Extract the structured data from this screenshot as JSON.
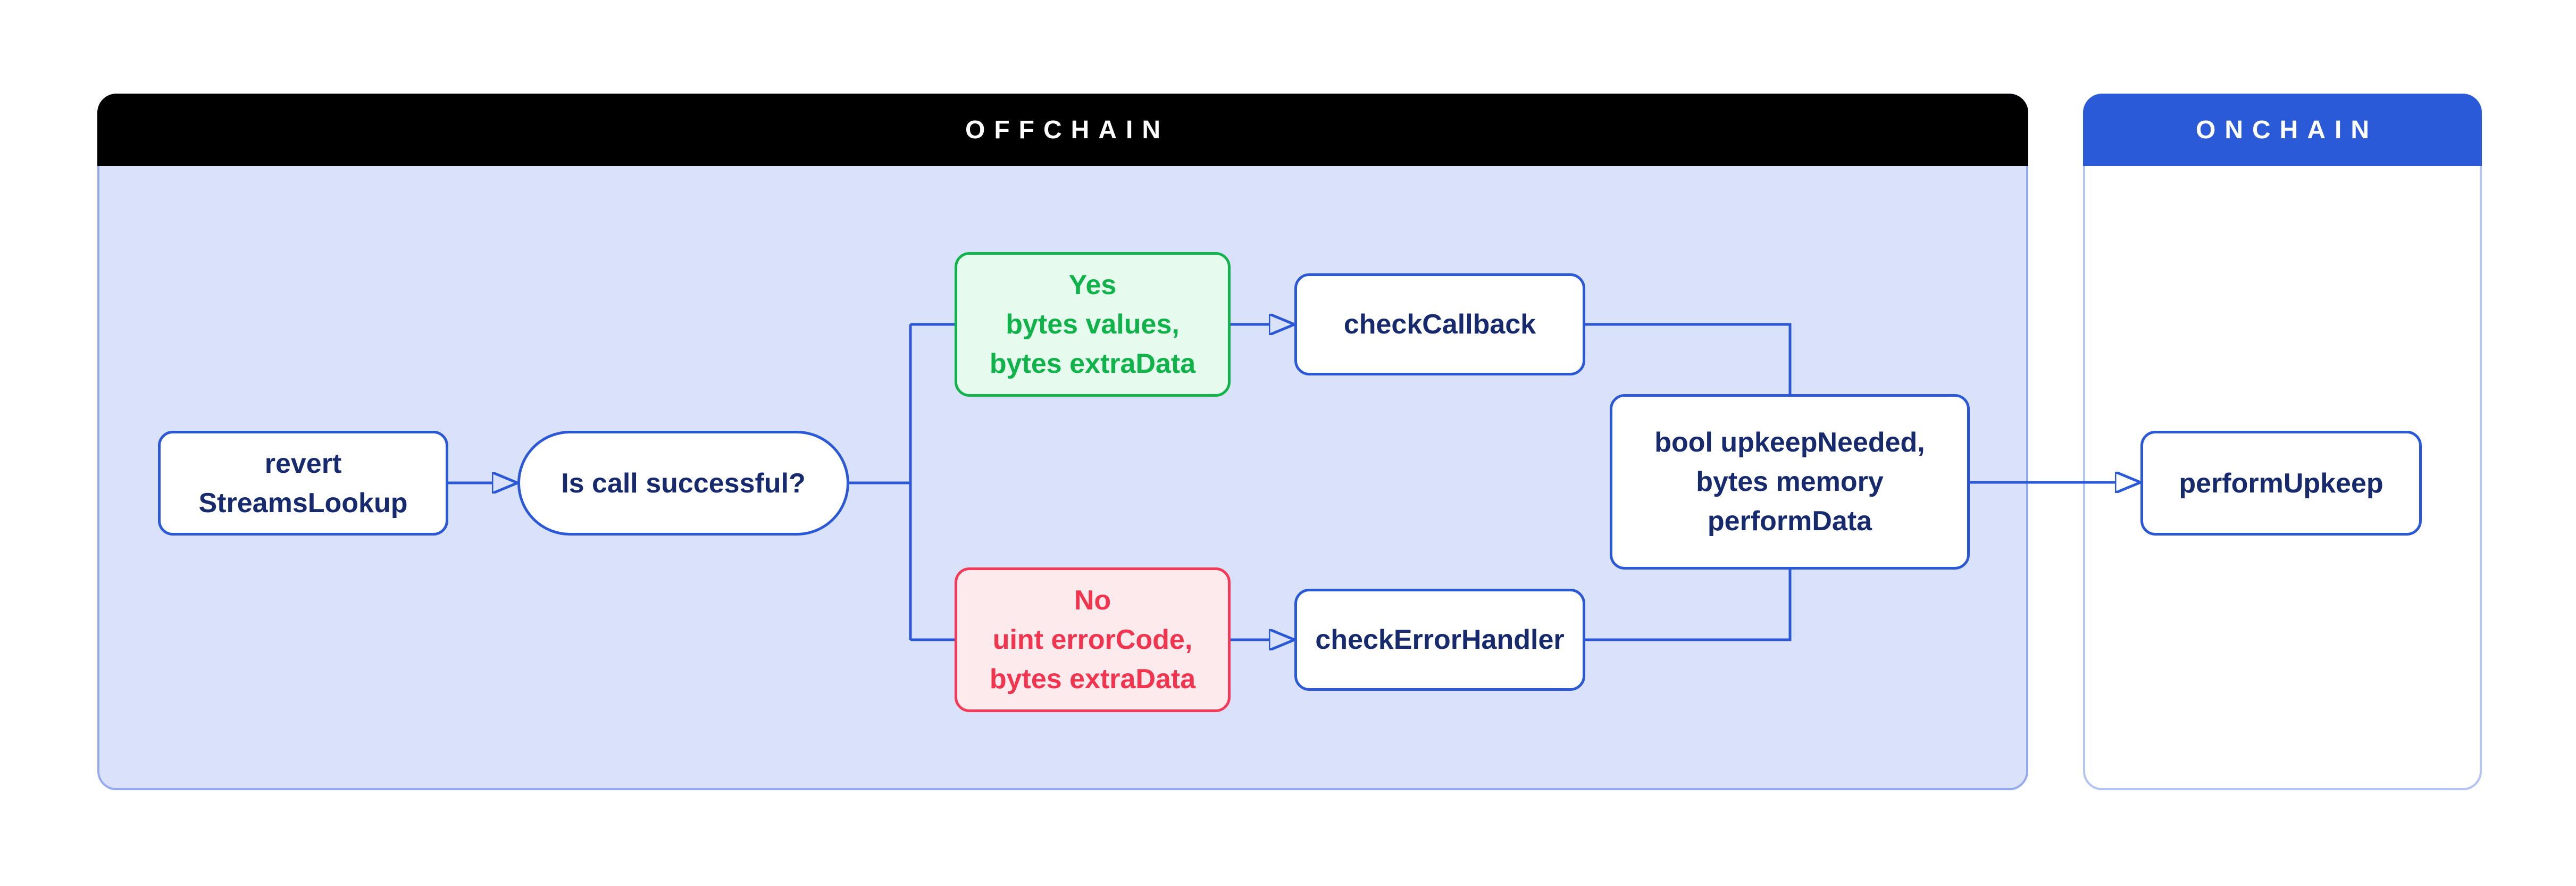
{
  "offchain": {
    "header_label": "OFFCHAIN"
  },
  "onchain": {
    "header_label": "ONCHAIN"
  },
  "nodes": {
    "revert_streams_lookup": {
      "lines": [
        "revert",
        "StreamsLookup"
      ]
    },
    "is_call_successful": {
      "label": "Is call successful?"
    },
    "yes_branch": {
      "lines": [
        "Yes",
        "bytes values,",
        "bytes extraData"
      ]
    },
    "no_branch": {
      "lines": [
        "No",
        "uint errorCode,",
        "bytes extraData"
      ]
    },
    "check_callback": {
      "label": "checkCallback"
    },
    "check_error_handler": {
      "label": "checkErrorHandler"
    },
    "perform_data": {
      "lines": [
        "bool upkeepNeeded,",
        "bytes memory",
        "performData"
      ]
    },
    "perform_upkeep": {
      "label": "performUpkeep"
    }
  },
  "colors": {
    "accent_blue": "#2b58d6",
    "navy_text": "#172a6e",
    "offchain_header_bg": "#000000",
    "offchain_body_bg": "#d9e2f8",
    "offchain_border": "#96abef",
    "onchain_header_bg": "#2b5ad8",
    "onchain_body_bg": "#ffffff",
    "onchain_border": "#b3c3f5",
    "header_text": "#ffffff",
    "green_border": "#12b24c",
    "green_bg": "#e6fbee",
    "green_text": "#10b24a",
    "red_border": "#f43a56",
    "red_bg": "#fdeaed",
    "red_text": "#f2344f"
  }
}
